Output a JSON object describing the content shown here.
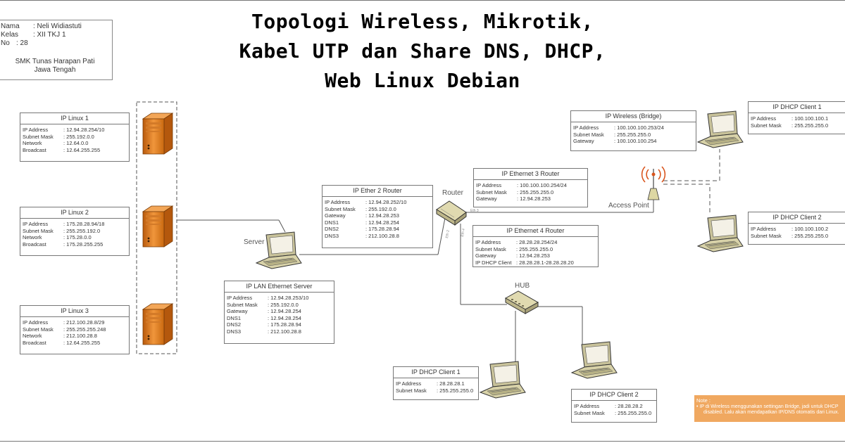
{
  "title": {
    "line1": "Topologi Wireless, Mikrotik,",
    "line2": "Kabel UTP dan Share DNS, DHCP,",
    "line3": "Web Linux Debian"
  },
  "identity": {
    "rows": [
      {
        "key": "Nama",
        "value": ": Neli Widiastuti"
      },
      {
        "key": "Kelas",
        "value": ": XII TKJ 1"
      },
      {
        "key": "No",
        "value": ": 28"
      }
    ],
    "school_line1": "SMK Tunas Harapan Pati",
    "school_line2": "Jawa Tengah"
  },
  "boxes": {
    "linux1": {
      "title": "IP Linux 1",
      "rows": [
        {
          "k": "IP Address",
          "v": ": 12.94.28.254/10"
        },
        {
          "k": "Subnet Mask",
          "v": ": 255.192.0.0"
        },
        {
          "k": "Network",
          "v": ": 12.64.0.0"
        },
        {
          "k": "Broadcast",
          "v": ": 12.64.255.255"
        }
      ]
    },
    "linux2": {
      "title": "IP Linux 2",
      "rows": [
        {
          "k": "IP Address",
          "v": ": 175.28.28.94/18"
        },
        {
          "k": "Subnet Mask",
          "v": ": 255.255.192.0"
        },
        {
          "k": "Network",
          "v": ": 175.28.0.0"
        },
        {
          "k": "Broadcast",
          "v": ": 175.28.255.255"
        }
      ]
    },
    "linux3": {
      "title": "IP Linux 3",
      "rows": [
        {
          "k": "IP Address",
          "v": ": 212.100.28.8/29"
        },
        {
          "k": "Subnet Mask",
          "v": ": 255.255.255.248"
        },
        {
          "k": "Network",
          "v": ": 212.100.28.8"
        },
        {
          "k": "Broadcast",
          "v": ": 12.64.255.255"
        }
      ]
    },
    "lan_server": {
      "title": "IP LAN Ethernet Server",
      "rows": [
        {
          "k": "IP Address",
          "v": ": 12.94.28.253/10"
        },
        {
          "k": "Subnet Mask",
          "v": ": 255.192.0.0"
        },
        {
          "k": "Gateway",
          "v": ": 12.94.28.254"
        },
        {
          "k": "DNS1",
          "v": ": 12.94.28.254"
        },
        {
          "k": "DNS2",
          "v": ": 175.28.28.94"
        },
        {
          "k": "DNS3",
          "v": ": 212.100.28.8"
        }
      ]
    },
    "ether2": {
      "title": "IP Ether 2 Router",
      "rows": [
        {
          "k": "IP Address",
          "v": ": 12.94.28.252/10"
        },
        {
          "k": "Subnet Mask",
          "v": ": 255.192.0.0"
        },
        {
          "k": "Gateway",
          "v": ": 12.94.28.253"
        },
        {
          "k": "DNS1",
          "v": ": 12.94.28.254"
        },
        {
          "k": "DNS2",
          "v": ": 175.28.28.94"
        },
        {
          "k": "DNS3",
          "v": ": 212.100.28.8"
        }
      ]
    },
    "ether3": {
      "title": "IP Ethernet 3 Router",
      "rows": [
        {
          "k": "IP Address",
          "v": ": 100.100.100.254/24"
        },
        {
          "k": "Subnet Mask",
          "v": ": 255.255.255.0"
        },
        {
          "k": "Gateway",
          "v": ": 12.94.28.253"
        }
      ]
    },
    "ether4": {
      "title": "IP Ethernet 4 Router",
      "rows": [
        {
          "k": "IP Address",
          "v": ": 28.28.28.254/24"
        },
        {
          "k": "Subnet Mask",
          "v": ": 255.255.255.0"
        },
        {
          "k": "Gateway",
          "v": ": 12.94.28.253"
        },
        {
          "k": "IP DHCP Client",
          "v": ": 28.28.28.1-28.28.28.20"
        }
      ]
    },
    "wireless": {
      "title": "IP Wireless (Bridge)",
      "rows": [
        {
          "k": "IP Address",
          "v": ": 100.100.100.253/24"
        },
        {
          "k": "Subnet Mask",
          "v": ": 255.255.255.0"
        },
        {
          "k": "Gateway",
          "v": ": 100.100.100.254"
        }
      ]
    },
    "wclient1": {
      "title": "IP DHCP Client 1",
      "rows": [
        {
          "k": "IP Address",
          "v": ": 100.100.100.1"
        },
        {
          "k": "Subnet Mask",
          "v": ": 255.255.255.0"
        }
      ]
    },
    "wclient2": {
      "title": "IP DHCP Client 2",
      "rows": [
        {
          "k": "IP Address",
          "v": ": 100.100.100.2"
        },
        {
          "k": "Subnet Mask",
          "v": ": 255.255.255.0"
        }
      ]
    },
    "hclient1": {
      "title": "IP DHCP Client 1",
      "rows": [
        {
          "k": "IP Address",
          "v": ": 28.28.28.1"
        },
        {
          "k": "Subnet Mask",
          "v": ": 255.255.255.0"
        }
      ]
    },
    "hclient2": {
      "title": "IP DHCP Client 2",
      "rows": [
        {
          "k": "IP Address",
          "v": ": 28.28.28.2"
        },
        {
          "k": "Subnet Mask",
          "v": ": 255.255.255.0"
        }
      ]
    }
  },
  "labels": {
    "server": "Server",
    "router": "Router",
    "access_point": "Access Point",
    "hub": "HUB",
    "eth2": "Eth 2",
    "eth3": "Eth 3",
    "eth4": "Eth 4"
  },
  "note": {
    "heading": "Note :",
    "line1": "•   IP di Wireless menggunakan settingan Bridge, jadi untuk DHCP",
    "line2": "disabled. Lalu akan mendapatkan IP/DNS otomatis dari Linux."
  },
  "colors": {
    "server_orange": "#e07b1e",
    "device_beige": "#ddd7a3",
    "note_bg": "#f0a860",
    "link_gray": "#555555"
  }
}
